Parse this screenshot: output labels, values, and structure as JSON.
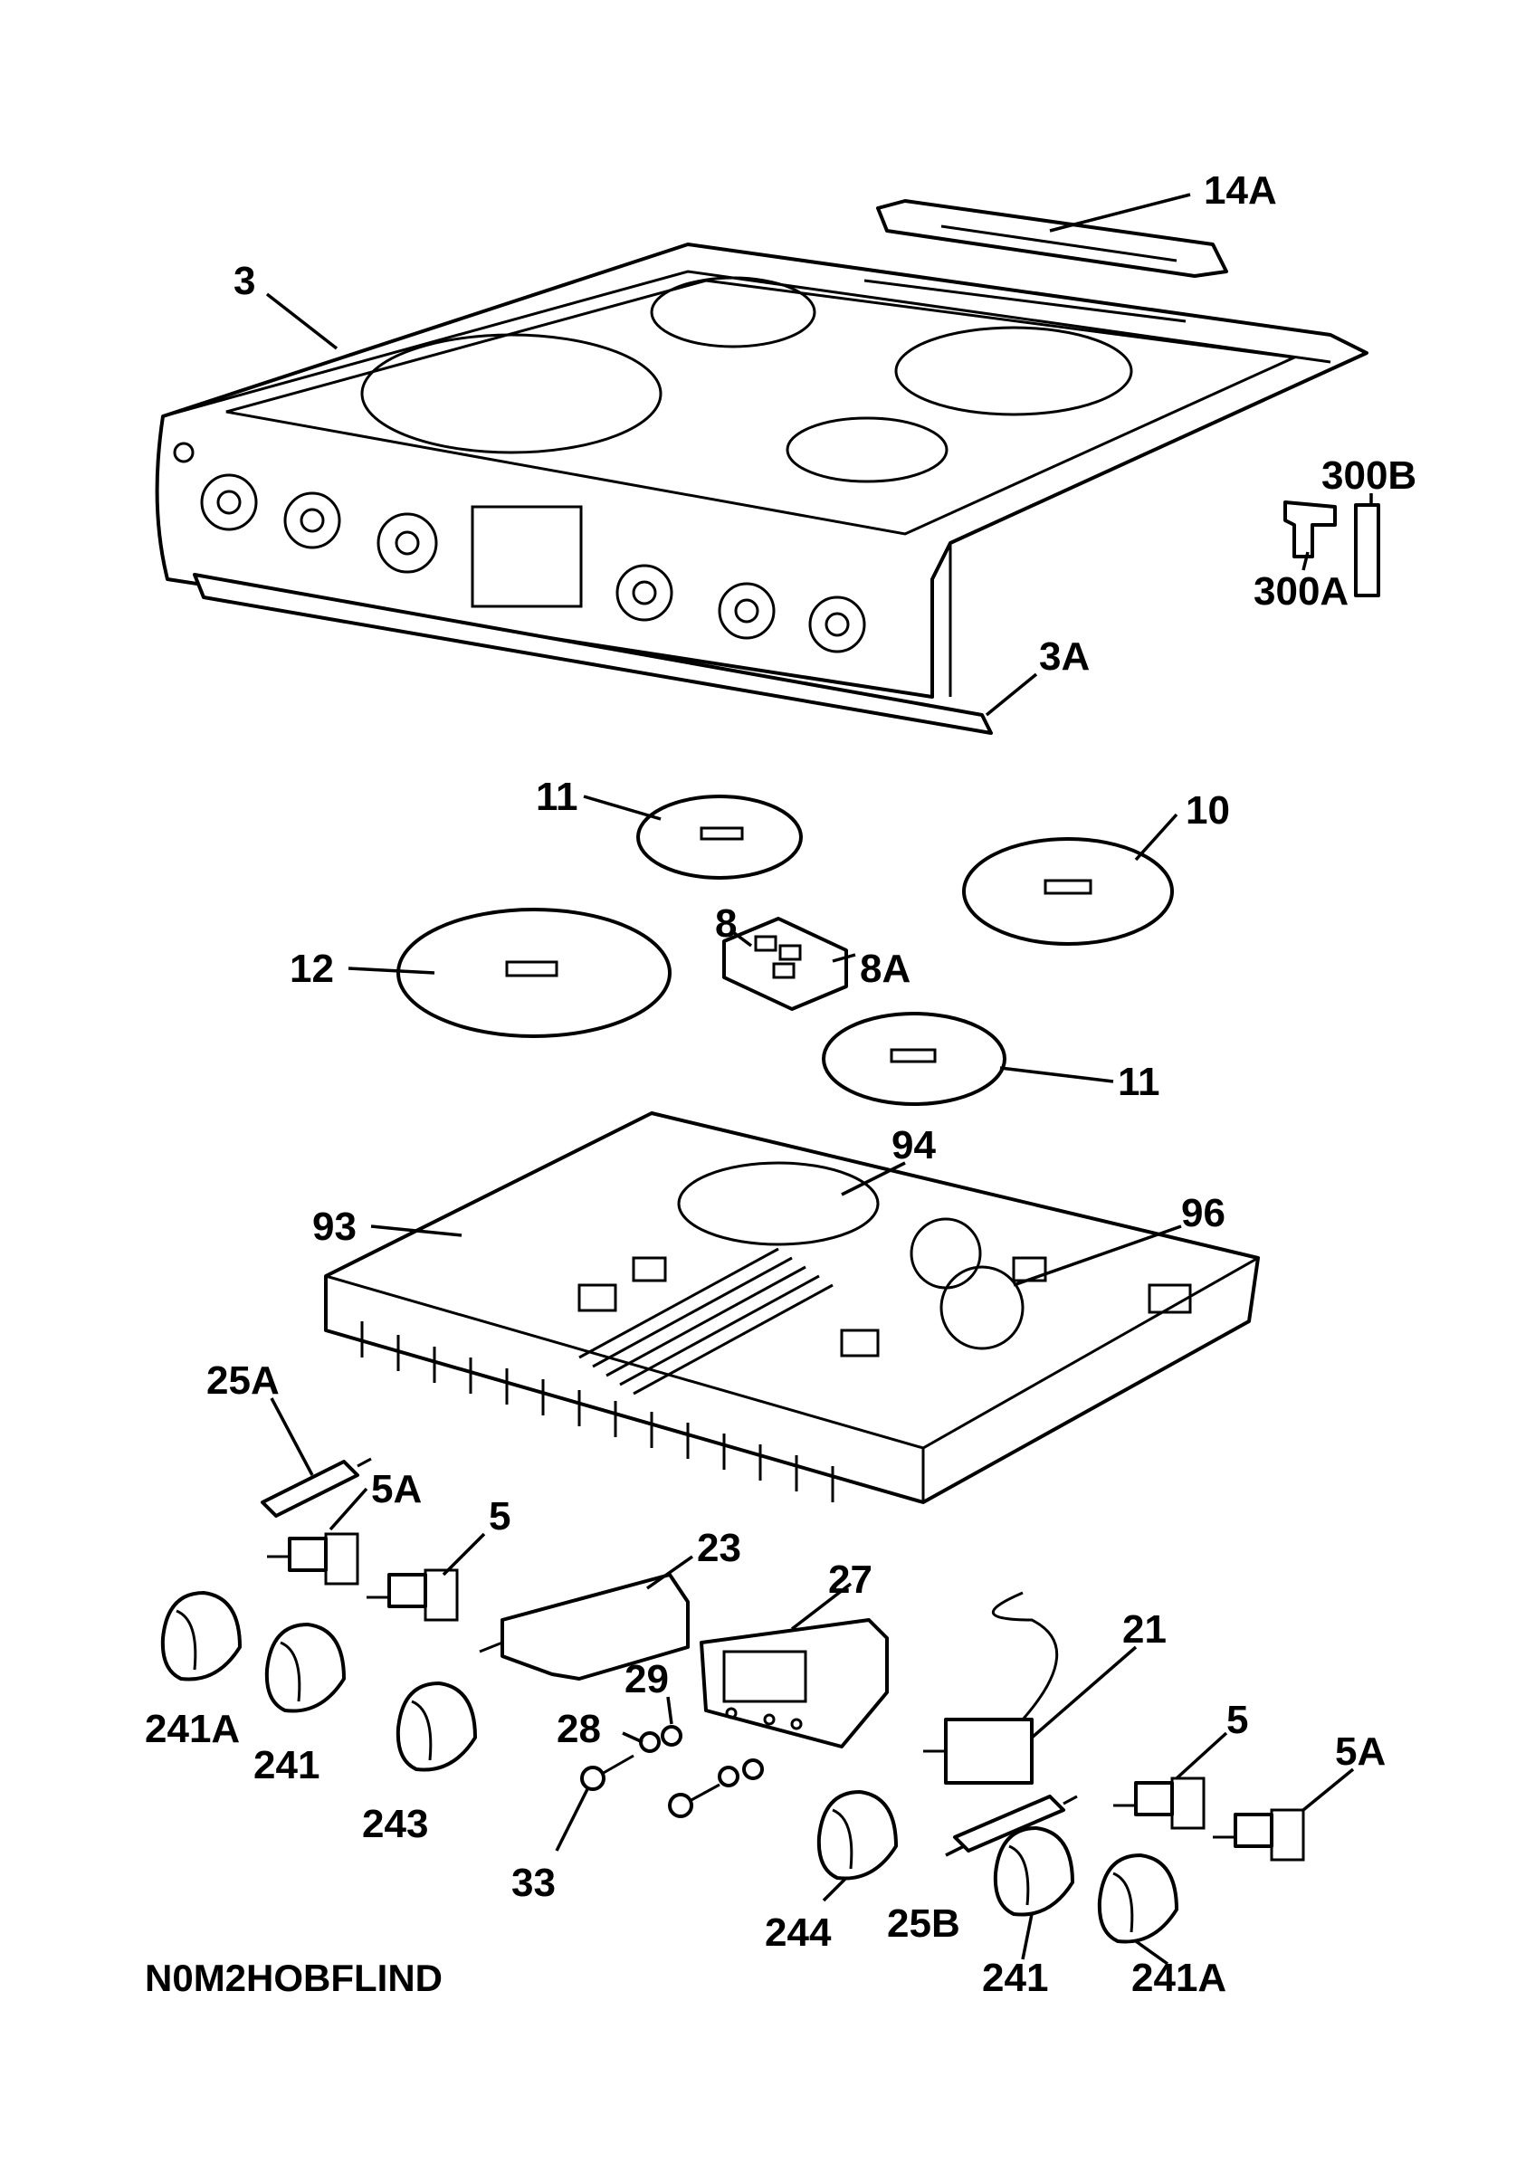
{
  "diagram_code": "N0M2HOBFLIND",
  "callouts": [
    {
      "id": "c-14A",
      "text": "14A"
    },
    {
      "id": "c-3",
      "text": "3"
    },
    {
      "id": "c-300B",
      "text": "300B"
    },
    {
      "id": "c-300A",
      "text": "300A"
    },
    {
      "id": "c-3A",
      "text": "3A"
    },
    {
      "id": "c-11a",
      "text": "11"
    },
    {
      "id": "c-10",
      "text": "10"
    },
    {
      "id": "c-8",
      "text": "8"
    },
    {
      "id": "c-8A",
      "text": "8A"
    },
    {
      "id": "c-12",
      "text": "12"
    },
    {
      "id": "c-11b",
      "text": "11"
    },
    {
      "id": "c-94",
      "text": "94"
    },
    {
      "id": "c-93",
      "text": "93"
    },
    {
      "id": "c-96",
      "text": "96"
    },
    {
      "id": "c-25A",
      "text": "25A"
    },
    {
      "id": "c-5Aa",
      "text": "5A"
    },
    {
      "id": "c-5a",
      "text": "5"
    },
    {
      "id": "c-23",
      "text": "23"
    },
    {
      "id": "c-27",
      "text": "27"
    },
    {
      "id": "c-21",
      "text": "21"
    },
    {
      "id": "c-241Aa",
      "text": "241A"
    },
    {
      "id": "c-241a",
      "text": "241"
    },
    {
      "id": "c-243",
      "text": "243"
    },
    {
      "id": "c-29",
      "text": "29"
    },
    {
      "id": "c-28",
      "text": "28"
    },
    {
      "id": "c-33",
      "text": "33"
    },
    {
      "id": "c-244",
      "text": "244"
    },
    {
      "id": "c-5b",
      "text": "5"
    },
    {
      "id": "c-5Ab",
      "text": "5A"
    },
    {
      "id": "c-25B",
      "text": "25B"
    },
    {
      "id": "c-241b",
      "text": "241"
    },
    {
      "id": "c-241Ab",
      "text": "241A"
    }
  ]
}
